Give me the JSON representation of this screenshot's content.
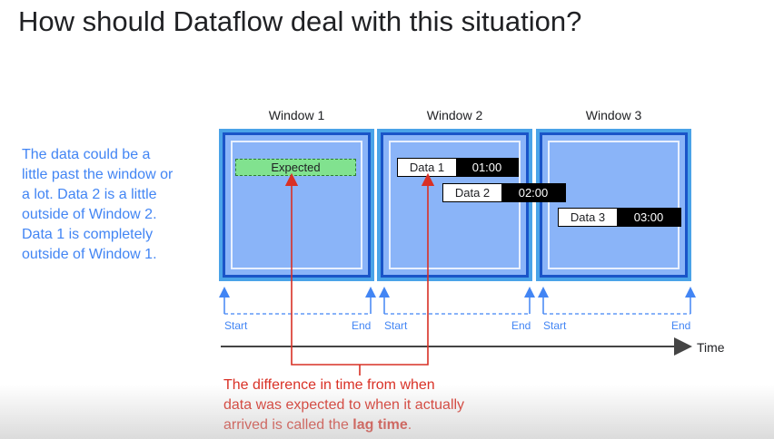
{
  "title": "How should Dataflow deal with this situation?",
  "side_text": [
    "The data could be a",
    "little past the window or",
    "a lot. Data 2 is a little",
    "outside of Window 2.",
    "Data 1 is completely",
    "outside of Window 1."
  ],
  "windows": [
    {
      "label": "Window 1",
      "start": "Start",
      "end": "End"
    },
    {
      "label": "Window 2",
      "start": "Start",
      "end": "End"
    },
    {
      "label": "Window 3",
      "start": "Start",
      "end": "End"
    }
  ],
  "expected_label": "Expected",
  "data_items": [
    {
      "name": "Data 1",
      "time": "01:00"
    },
    {
      "name": "Data 2",
      "time": "02:00"
    },
    {
      "name": "Data 3",
      "time": "03:00"
    }
  ],
  "time_axis_label": "Time",
  "caption": {
    "line1": "The difference in time from when",
    "line2": "data was expected to when it actually",
    "line3_prefix": "arrived is called the ",
    "line3_bold": "lag time",
    "line3_suffix": "."
  },
  "colors": {
    "window_fill": "#8ab4f8",
    "window_border": "#4aa3e8",
    "expected_fill": "#81e28f",
    "side_text": "#4285f4",
    "caption_text": "#d93025",
    "lag_arrow": "#d93025"
  }
}
